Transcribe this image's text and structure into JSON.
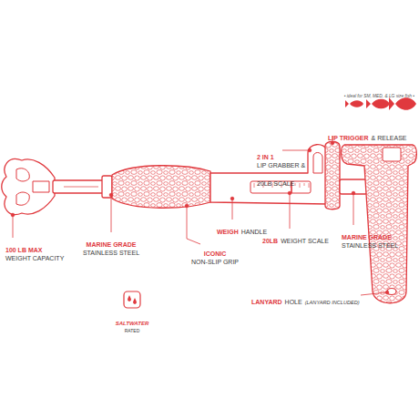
{
  "diagram": {
    "labels": [
      "• ideal for SM, MED, & LG size fish •",
      "LIP TRIGGER",
      "& RELEASE",
      "2 IN 1",
      "LIP GRABBER & 20LB SCALE",
      "100 LB MAX",
      "WEIGHT CAPACITY",
      "MARINE GRADE",
      "STAINLESS STEEL",
      "ICONIC",
      "NON-SLIP GRIP",
      "WEIGH",
      "HANDLE",
      "20LB",
      "WEIGHT SCALE",
      "MARINE GRADE",
      "STAINLESS STEEL",
      "LANYARD",
      "HOLE",
      "(LANYARD INCLUDED)",
      "SALTWATER",
      "RATED"
    ]
  }
}
